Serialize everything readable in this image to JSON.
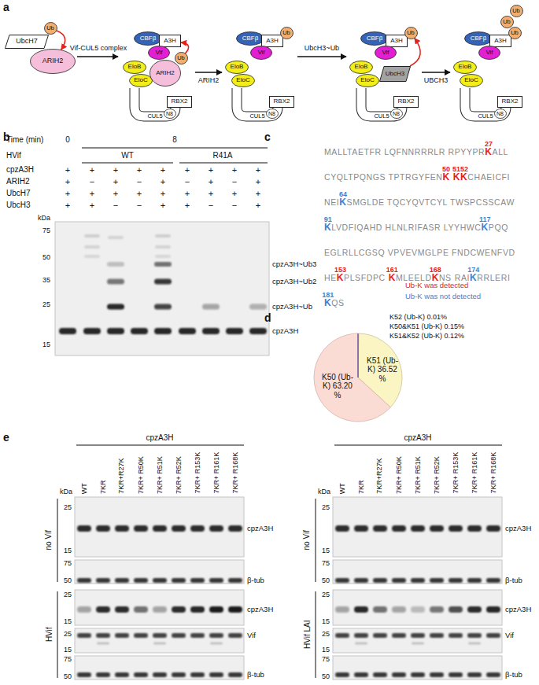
{
  "diagram": {
    "nodes": [
      {
        "text": [
          "UbcH7"
        ]
      },
      {
        "text": [
          "Ub"
        ]
      },
      {
        "text": [
          "ARIH2"
        ]
      },
      {
        "text": [
          "CBFβ"
        ]
      },
      {
        "text": [
          "A3H"
        ]
      },
      {
        "text": [
          "Vif"
        ]
      },
      {
        "text": [
          "EloB"
        ]
      },
      {
        "text": [
          "EloC"
        ]
      },
      {
        "text": [
          "ARIH2"
        ]
      },
      {
        "text": [
          "Ub"
        ]
      },
      {
        "text": [
          "CUL5"
        ]
      },
      {
        "text": [
          "RBX2"
        ]
      },
      {
        "text": [
          "N8"
        ]
      },
      {
        "text": [
          "CBFβ"
        ]
      },
      {
        "text": [
          "A3H"
        ]
      },
      {
        "text": [
          "Ub"
        ]
      },
      {
        "text": [
          "Vif"
        ]
      },
      {
        "text": [
          "EloB"
        ]
      },
      {
        "text": [
          "EloC"
        ]
      },
      {
        "text": [
          "CUL5"
        ]
      },
      {
        "text": [
          "RBX2"
        ]
      },
      {
        "text": [
          "N8"
        ]
      },
      {
        "text": [
          "CBFβ"
        ]
      },
      {
        "text": [
          "A3H"
        ]
      },
      {
        "text": [
          "Ub"
        ]
      },
      {
        "text": [
          "Vif"
        ]
      },
      {
        "text": [
          "EloB"
        ]
      },
      {
        "text": [
          "EloC"
        ]
      },
      {
        "text": [
          "UbcH3"
        ]
      },
      {
        "text": [
          "CUL5"
        ]
      },
      {
        "text": [
          "RBX2"
        ]
      },
      {
        "text": [
          "N8"
        ]
      },
      {
        "text": [
          "CBFβ"
        ]
      },
      {
        "text": [
          "A3H"
        ]
      },
      {
        "text": [
          "Ub"
        ]
      },
      {
        "text": [
          "Ub"
        ]
      },
      {
        "text": [
          "Ub"
        ]
      },
      {
        "text": [
          "Vif"
        ]
      },
      {
        "text": [
          "EloB"
        ]
      },
      {
        "text": [
          "EloC"
        ]
      },
      {
        "text": [
          "CUL5"
        ]
      },
      {
        "text": [
          "RBX2"
        ]
      },
      {
        "text": [
          "N8"
        ]
      }
    ],
    "edges": [
      {
        "from": 1,
        "to": 2,
        "arrow": "to"
      },
      {
        "from": 9,
        "to": 4,
        "arrow": "to"
      },
      {
        "from": 28,
        "to": 24,
        "arrow": "to"
      }
    ],
    "labels": [
      "a",
      "Vif-CUL5 complex",
      "ARIH2",
      "UbcH3~Ub",
      "UBCH3",
      "b",
      "Time (min)",
      "0",
      "8",
      "HVif",
      "WT",
      "R41A",
      "cpzA3H",
      "ARIH2",
      "UbcH7",
      "UbcH3",
      "+",
      "+",
      "+",
      "+",
      "+",
      "+",
      "+",
      "+",
      "+",
      "+",
      "−",
      "+",
      "−",
      "+",
      "−",
      "+",
      "−",
      "+",
      "+",
      "+",
      "+",
      "+",
      "+",
      "+",
      "+",
      "+",
      "+",
      "+",
      "+",
      "−",
      "−",
      "+",
      "+",
      "−",
      "−",
      "+",
      "kDa",
      "75",
      "50",
      "35",
      "25",
      "15",
      "cpzA3H~Ub3",
      "cpzA3H~Ub2",
      "cpzA3H~Ub",
      "cpzA3H",
      "c",
      "27",
      "MALLTAETFR LQFNNRRRLR RPYYPR",
      "K",
      "ALL",
      "50",
      "5152",
      "CYQLTPQNGS TPTRGYFEN",
      "K",
      "KK",
      "CHAEICFI",
      "64",
      "NEI",
      "K",
      "SMGLDE TQCYQVTCYL TWSPCSSCAW",
      "91",
      "117",
      "K",
      "LVDFIQAHD HLNLRIFASR LYYHWC",
      "K",
      "PQQ",
      "EGLRLLCGSQ VPVEVMGLPE FNDCWENFVD",
      "153",
      "161",
      "168",
      "174",
      "HE",
      "K",
      "PLSFDPC",
      "K",
      "MLEELD",
      "K",
      "NS",
      "RAI",
      "K",
      "RRLERI",
      "181",
      "K",
      "QS",
      "Ub-K was detected",
      "Ub-K was not detected",
      "d",
      "K52 (Ub-K) 0.01%",
      "K50&K51 (Ub-K) 0.15%",
      "K51&K52 (Ub-K) 0.12%",
      "K50 (Ub-K) 63.20 %",
      "K51 (Ub-K) 36.52 %",
      "e",
      "cpzA3H",
      "WT",
      "7KR",
      "7KR+R27K",
      "7KR+ R50K",
      "7KR+ R51K",
      "7KR+ R52K",
      "7KR+ R153K",
      "7KR+ R161K",
      "7KR+ R168K",
      "no Vif",
      "HVif",
      "kDa",
      "25",
      "15",
      "75",
      "50",
      "25",
      "15",
      "25",
      "15",
      "75",
      "50",
      "cpzA3H",
      "β-tub",
      "cpzA3H",
      "Vif",
      "β-tub",
      "cpzA3H",
      "WT",
      "7KR",
      "7KR+R27K",
      "7KR+ R50K",
      "7KR+ R51K",
      "7KR+ R52K",
      "7KR+ R153K",
      "7KR+ R161K",
      "7KR+ R168K",
      "no Vif",
      "HVif LAI",
      "kDa",
      "25",
      "15",
      "75",
      "50",
      "25",
      "15",
      "25",
      "15",
      "75",
      "50",
      "cpzA3H",
      "β-tub",
      "cpzA3H",
      "Vif",
      "β-tub"
    ]
  }
}
